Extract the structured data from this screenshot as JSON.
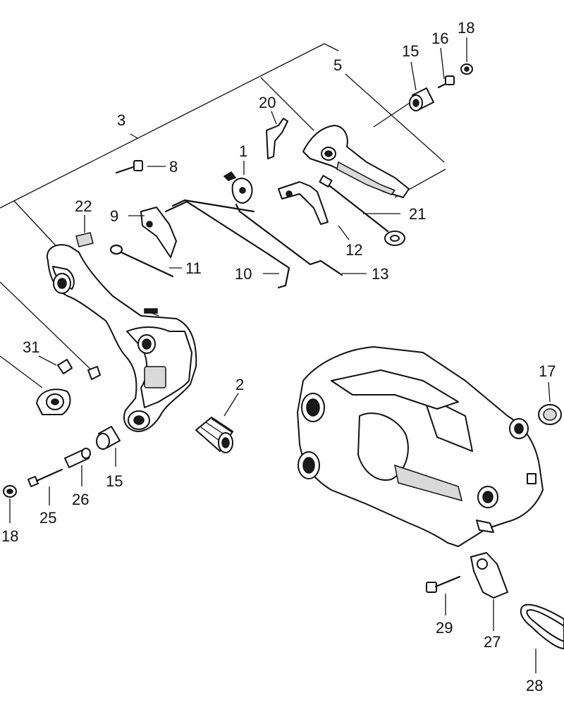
{
  "labels": {
    "p1": "1",
    "p2": "2",
    "p3": "3",
    "p5": "5",
    "p8": "8",
    "p9": "9",
    "p10": "10",
    "p11": "11",
    "p12": "12",
    "p13": "13",
    "p15a": "15",
    "p15b": "15",
    "p16": "16",
    "p17": "17",
    "p18a": "18",
    "p18b": "18",
    "p20": "20",
    "p21": "21",
    "p22": "22",
    "p25": "25",
    "p26": "26",
    "p27": "27",
    "p28": "28",
    "p29": "29",
    "p31": "31"
  },
  "colors": {
    "ink": "#111111",
    "paper": "#ffffff",
    "shade": "#d9d9d9"
  }
}
